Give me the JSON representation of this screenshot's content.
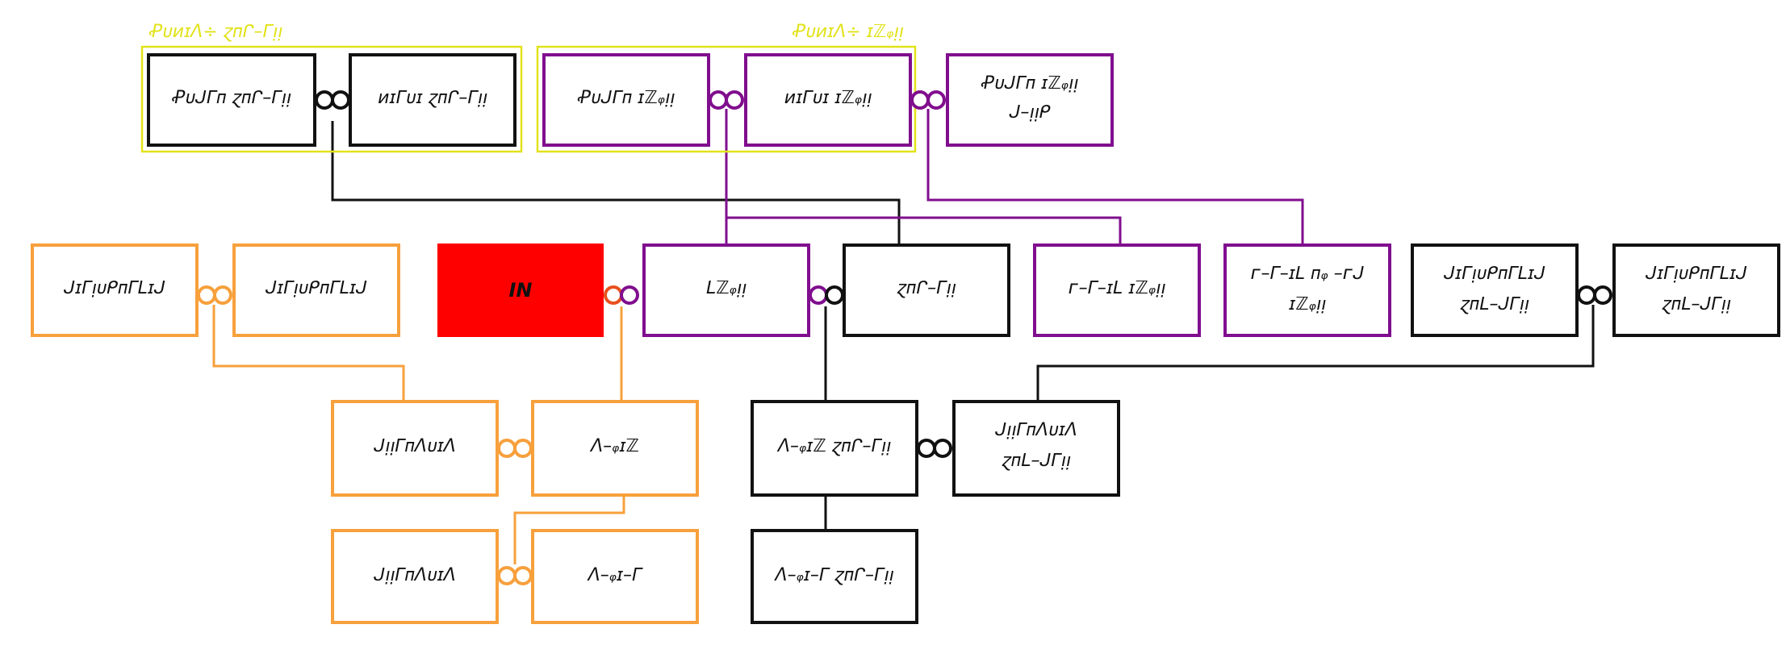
{
  "colors": {
    "black": "#111111",
    "purple": "#800e8e",
    "orange": "#f7a03c",
    "yellow": "#e2e21a",
    "red": "#ff0000",
    "connector_orange_red": "#e8501e"
  },
  "groups": {
    "left": {
      "label": "ꝒᴜᴎɪɅ÷ ɀᴨᒋ–ᒥᴉᴉ"
    },
    "right": {
      "label": "ꝒᴜᴎɪɅ÷ ɪℤᵩᴉᴉ"
    }
  },
  "nodes": {
    "n01": {
      "lines": [
        "Ꝓᴜᒍᒥᴨ ɀᴨᒋ–ᒥᴉᴉ"
      ]
    },
    "n02": {
      "lines": [
        "ᴎɪᒥᴜɪ ɀᴨᒋ–ᒥᴉᴉ"
      ]
    },
    "n03": {
      "lines": [
        "Ꝓᴜᒍᒥᴨ ɪℤᵩᴉᴉ"
      ]
    },
    "n04": {
      "lines": [
        "ᴎɪᒥᴜɪ ɪℤᵩᴉᴉ"
      ]
    },
    "n05": {
      "lines": [
        "Ꝓᴜᒍᒥᴨ ɪℤᵩᴉᴉ",
        "ᒍ–ᴉᴉᑭ"
      ]
    },
    "n06": {
      "lines": [
        "ᒍɪᒥᴉᴜᑭᴨᒥᒪɪᒍ"
      ]
    },
    "n07": {
      "lines": [
        "ᒍɪᒥᴉᴜᑭᴨᒥᒪɪᒍ"
      ]
    },
    "n08": {
      "lines": [
        "IN"
      ]
    },
    "n09": {
      "lines": [
        "ᒪℤᵩᴉᴉ"
      ]
    },
    "n10": {
      "lines": [
        "ɀᴨᒋ–ᒥᴉᴉ"
      ]
    },
    "n11": {
      "lines": [
        "ᴦ–ᒥ–ɪᒪ ɪℤᵩᴉᴉ"
      ]
    },
    "n12": {
      "lines": [
        "ᴦ–ᒥ–ɪᒪ ᴨᵩ –ᴦᒍ",
        "ɪℤᵩᴉᴉ"
      ]
    },
    "n13": {
      "lines": [
        "ᒍɪᒥᴉᴜᑭᴨᒥᒪɪᒍ",
        "ɀᴨᒪ–ᒍᒥᴉᴉ"
      ]
    },
    "n14": {
      "lines": [
        "ᒍɪᒥᴉᴜᑭᴨᒥᒪɪᒍ",
        "ɀᴨᒪ–ᒍᒥᴉᴉ"
      ]
    },
    "n15": {
      "lines": [
        "ᒍᴉᴉᒥᴨɅᴜɪɅ"
      ]
    },
    "n16": {
      "lines": [
        "Ʌ–ᵩɪℤ"
      ]
    },
    "n17": {
      "lines": [
        "Ʌ–ᵩɪℤ ɀᴨᒋ–ᒥᴉᴉ"
      ]
    },
    "n18": {
      "lines": [
        "ᒍᴉᴉᒥᴨɅᴜɪɅ",
        "ɀᴨᒪ–ᒍᒥᴉᴉ"
      ]
    },
    "n19": {
      "lines": [
        "ᒍᴉᴉᒥᴨɅᴜɪɅ"
      ]
    },
    "n20": {
      "lines": [
        "Ʌ–ᵩɪ–ᒥ"
      ]
    },
    "n21": {
      "lines": [
        "Ʌ–ᵩɪ–ᒥ ɀᴨᒋ–ᒥᴉᴉ"
      ]
    }
  }
}
